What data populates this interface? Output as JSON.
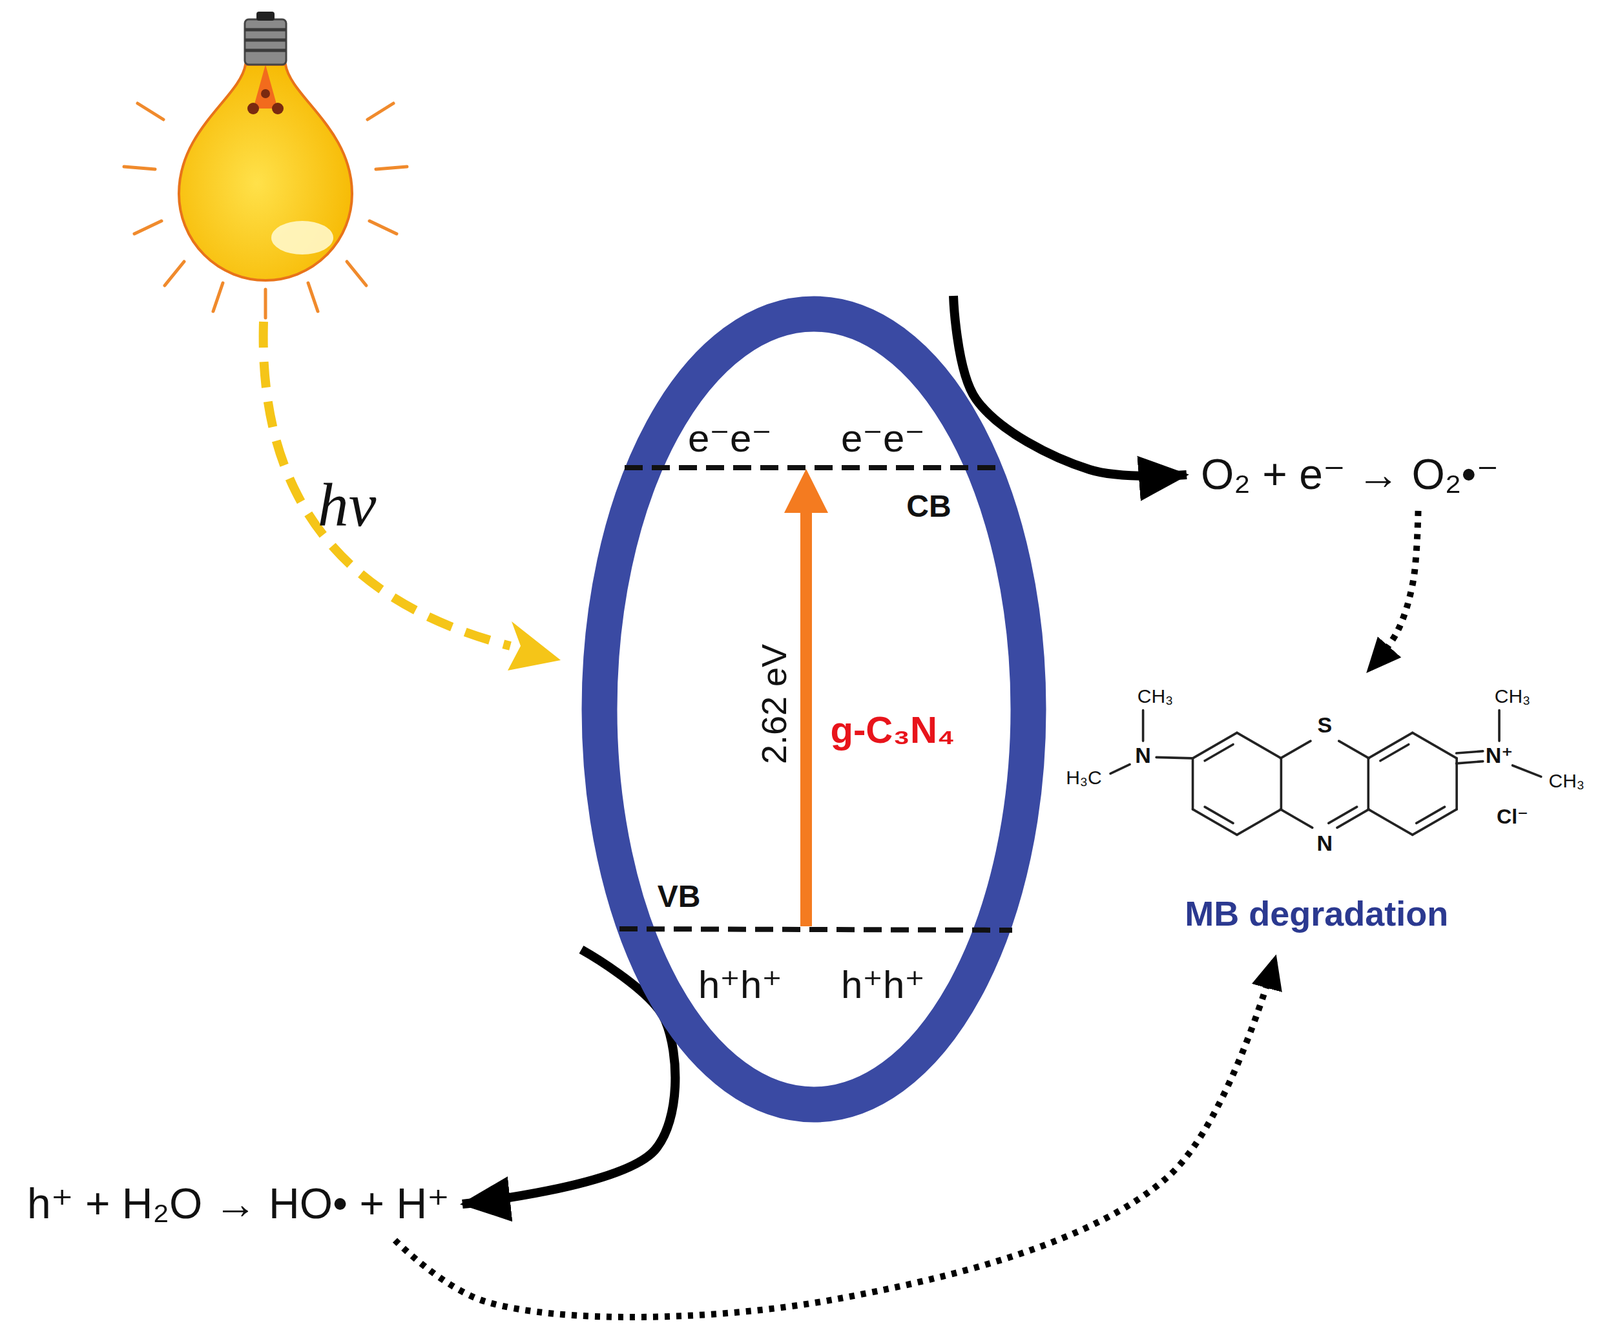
{
  "diagram": {
    "nodes": [
      {
        "text": [
          "e⁻e⁻",
          "e⁻e⁻",
          "CB",
          "2.62 eV",
          "g-C₃N₄",
          "VB",
          "h⁺h⁺",
          "h⁺h⁺"
        ]
      },
      {
        "text": [
          "O₂ + e⁻ → O₂•⁻"
        ]
      },
      {
        "text": [
          "h⁺ + H₂O → HO• + H⁺"
        ]
      },
      {
        "text": [
          "CH₃",
          "CH₃",
          "H₃C",
          "N",
          "S",
          "N⁺",
          "CH₃",
          "Cl⁻",
          "N",
          "MB degradation"
        ]
      }
    ],
    "edges": [
      {
        "from": 0,
        "to": 1,
        "arrow": "to"
      },
      {
        "from": 0,
        "to": 2,
        "arrow": "to"
      },
      {
        "from": 1,
        "to": 3,
        "arrow": "to"
      },
      {
        "from": 2,
        "to": 3,
        "arrow": "to"
      }
    ],
    "labels": [
      "hν"
    ]
  }
}
